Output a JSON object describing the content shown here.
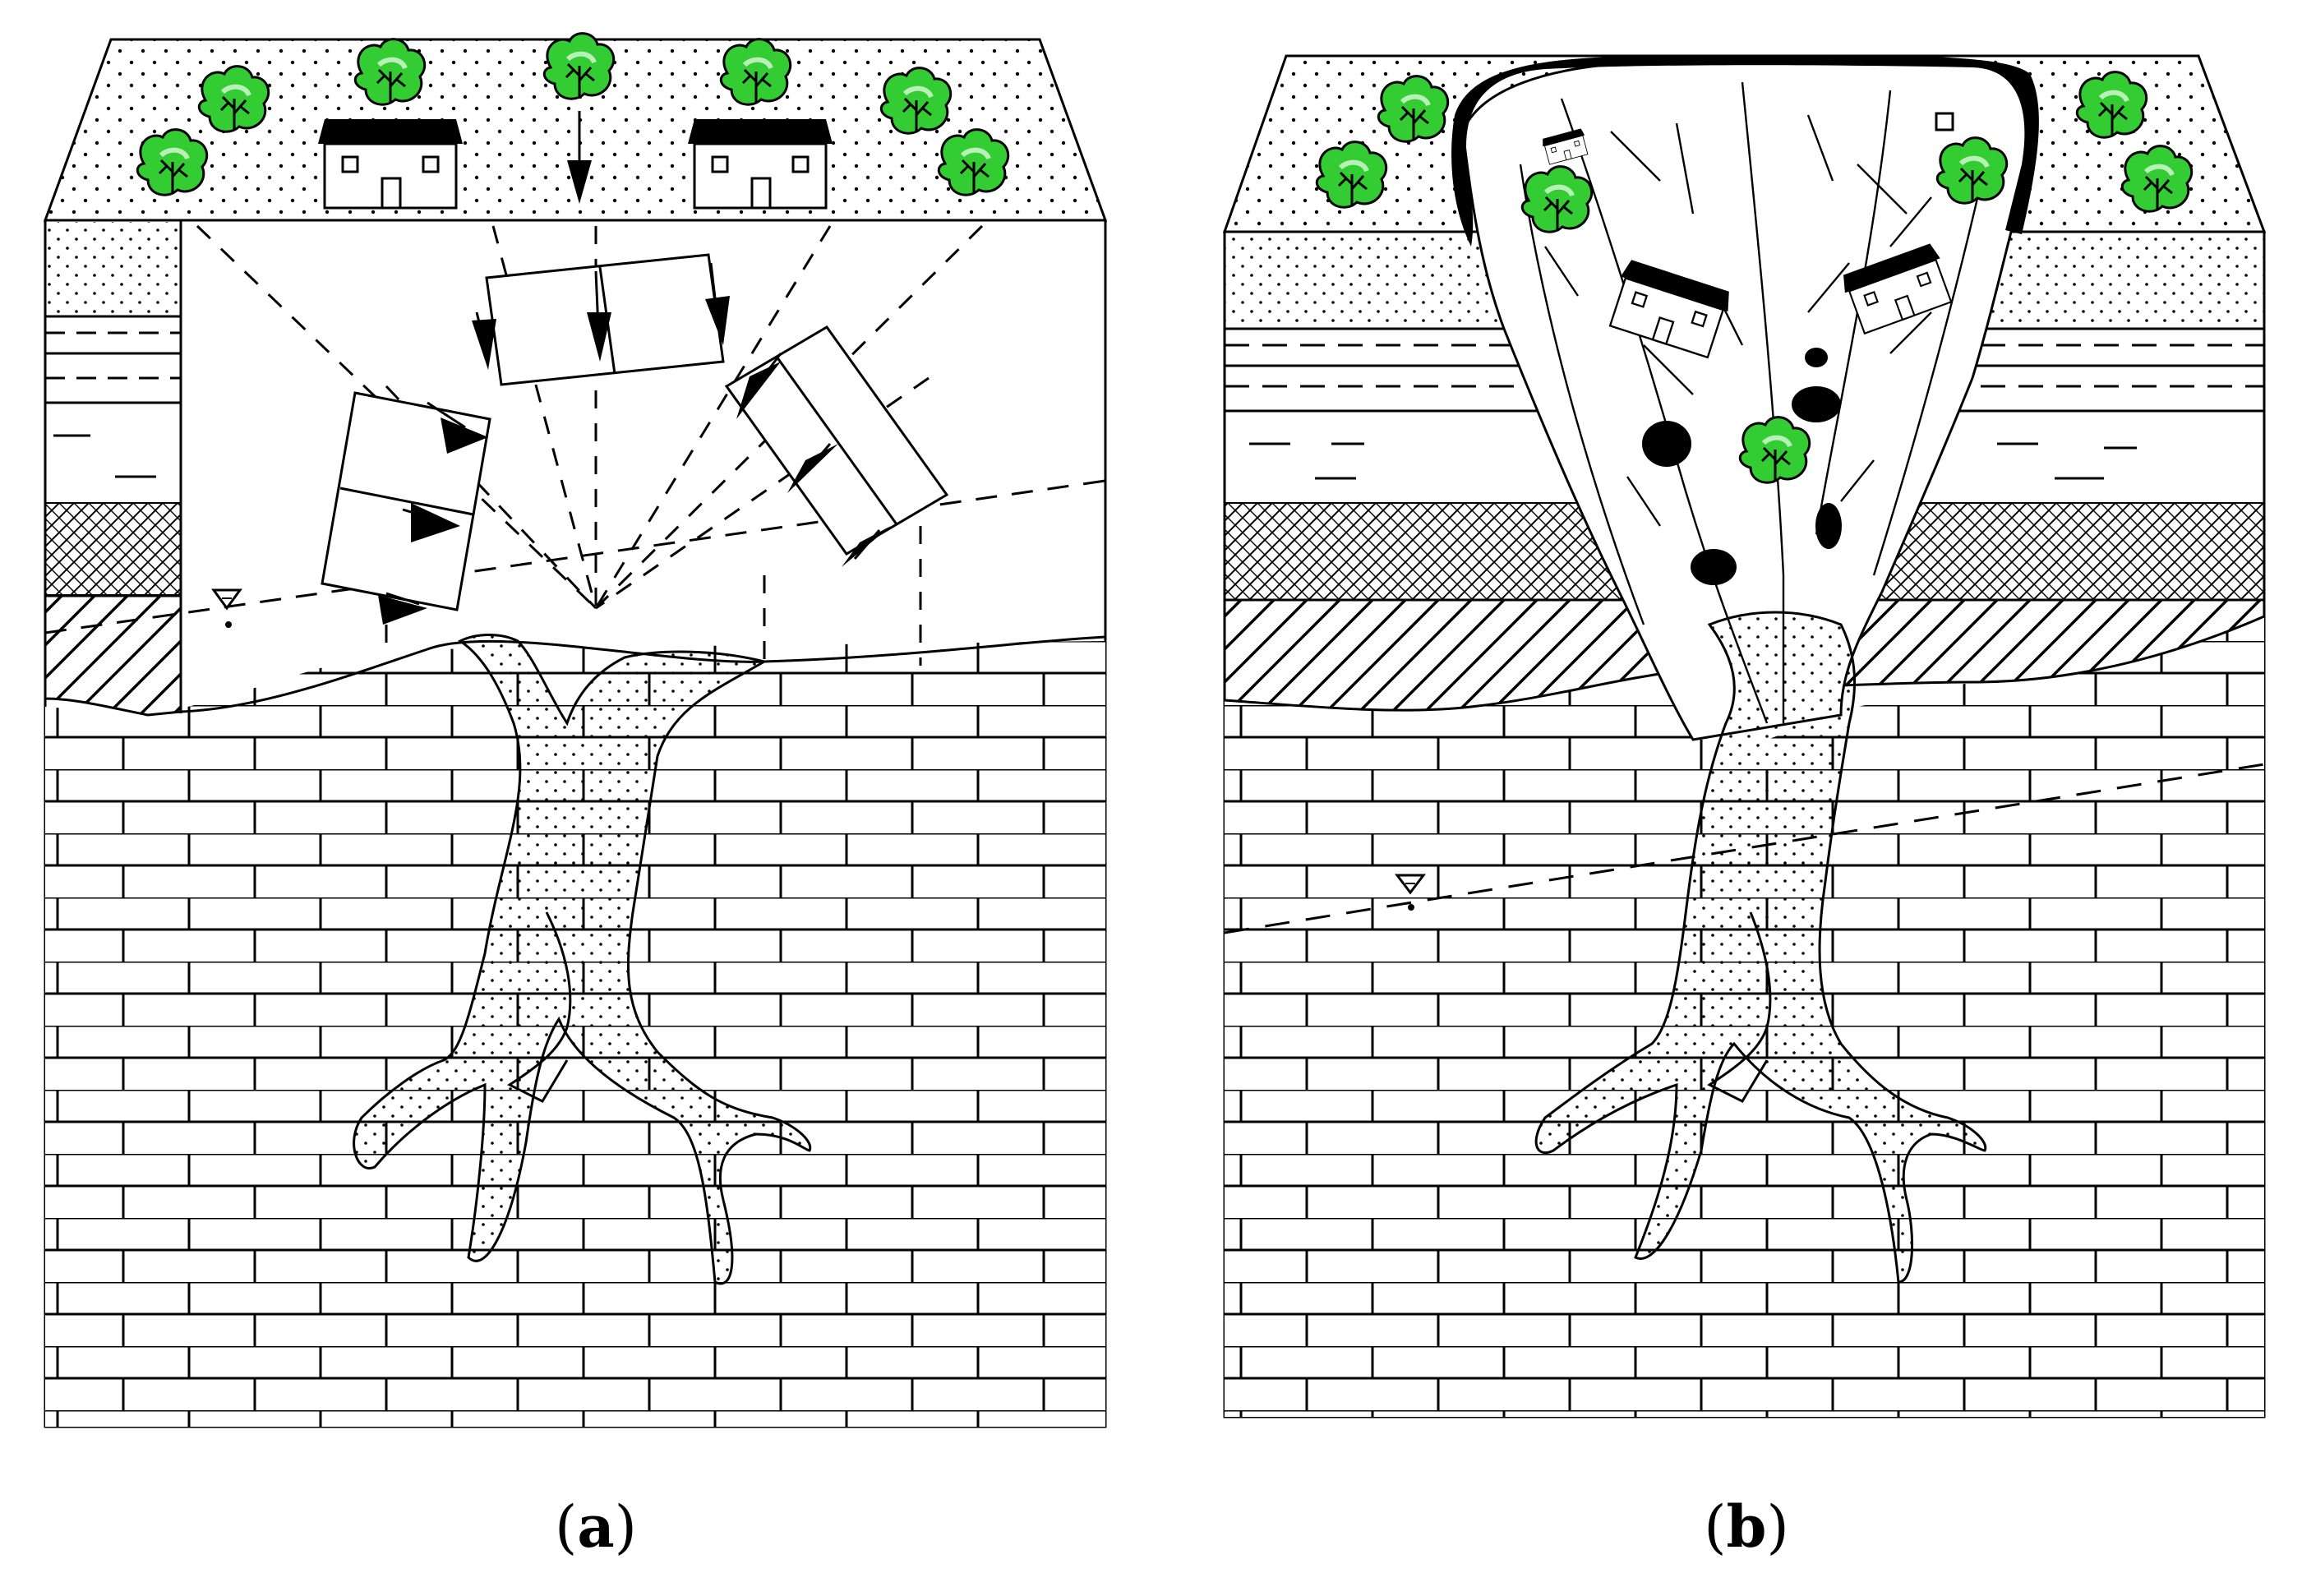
{
  "panels": [
    {
      "id": "a",
      "label": "a"
    },
    {
      "id": "b",
      "label": "b"
    }
  ],
  "colors": {
    "tree_fill": "#33cc33",
    "tree_highlight": "#b8f0b8",
    "line": "#000000",
    "background": "#ffffff"
  },
  "icons": [
    "tree-icon",
    "house-icon",
    "water-table-icon",
    "stress-arrow-icon",
    "soil-block-icon",
    "boulder-icon"
  ]
}
